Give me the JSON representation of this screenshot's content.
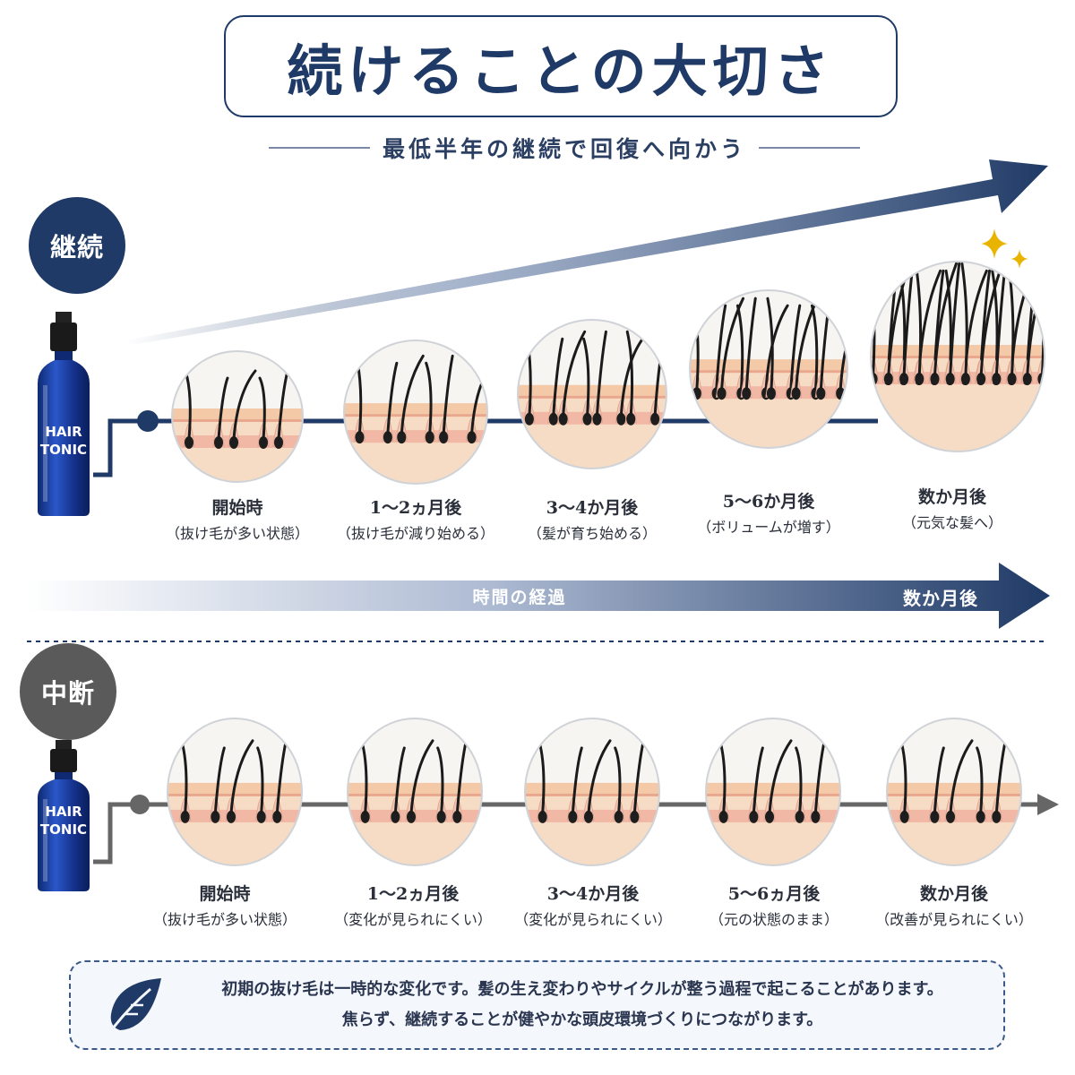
{
  "title": "続けることの大切さ",
  "subtitle": "最低半年の継続で回復へ向かう",
  "continue_section": {
    "badge": "継続",
    "bottle": {
      "line1": "HAIR",
      "line2": "TONIC"
    },
    "stages": [
      {
        "label": "開始時",
        "sub": "（抜け毛が多い状態）",
        "hair_count": 5,
        "hair_len": 1.0
      },
      {
        "label": "1〜2ヵ月後",
        "sub": "（抜け毛が減り始める）",
        "hair_count": 6,
        "hair_len": 1.15
      },
      {
        "label": "3〜4か月後",
        "sub": "（髪が育ち始める）",
        "hair_count": 8,
        "hair_len": 1.25
      },
      {
        "label": "5〜6か月後",
        "sub": "（ボリュームが増す）",
        "hair_count": 12,
        "hair_len": 1.35
      },
      {
        "label": "数か月後",
        "sub": "（元気な髪へ）",
        "hair_count": 22,
        "hair_len": 1.5
      }
    ],
    "timeline_label": "時間の経過",
    "timeline_end": "数か月後",
    "sparkle_icon": "sparkle-icon"
  },
  "pause_section": {
    "badge": "中断",
    "bottle": {
      "line1": "HAIR",
      "line2": "TONIC"
    },
    "stages": [
      {
        "label": "開始時",
        "sub": "（抜け毛が多い状態）"
      },
      {
        "label": "1〜2ヵ月後",
        "sub": "（変化が見られにくい）"
      },
      {
        "label": "3〜4か月後",
        "sub": "（変化が見られにくい）"
      },
      {
        "label": "5〜6ヵ月後",
        "sub": "（元の状態のまま）"
      },
      {
        "label": "数か月後",
        "sub": "（改善が見られにくい）"
      }
    ]
  },
  "note": {
    "icon": "leaf-icon",
    "line1": "初期の抜け毛は一時的な変化です。髪の生え変わりやサイクルが整う過程で起こることがあります。",
    "line2": "焦らず、継続することが健やかな頭皮環境づくりにつながります。"
  },
  "colors": {
    "navy": "#1f3a66",
    "gray": "#5a5a5a",
    "skin": "#f3c9a8",
    "gold": "#e8b400"
  }
}
